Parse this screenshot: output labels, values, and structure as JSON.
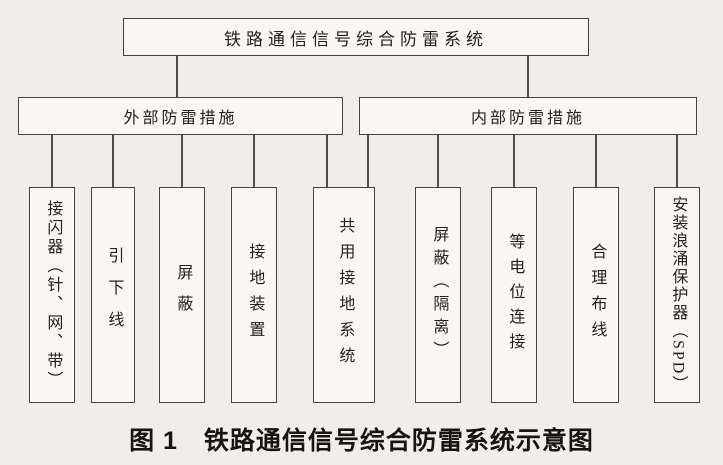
{
  "diagram": {
    "root": {
      "label": "铁路通信信号综合防雷系统"
    },
    "branches": [
      {
        "label": "外部防雷措施",
        "children_indexes": [
          0,
          1,
          2,
          3,
          4
        ]
      },
      {
        "label": "内部防雷措施",
        "children_indexes": [
          4,
          5,
          6,
          7,
          8
        ]
      }
    ],
    "leaves": [
      {
        "label": "接闪器（针、网、带）"
      },
      {
        "label": "引下线"
      },
      {
        "label": "屏蔽"
      },
      {
        "label": "接地装置"
      },
      {
        "label": "共用接地系统"
      },
      {
        "label": "屏蔽（隔离）"
      },
      {
        "label": "等电位连接"
      },
      {
        "label": "合理布线"
      },
      {
        "label": "安装浪涌保护器（SPD）"
      }
    ],
    "caption": "图 1　铁路通信信号综合防雷系统示意图"
  },
  "colors": {
    "paper": "#f0eeea",
    "box_fill": "#f8f7f3",
    "border": "#45443e",
    "line": "#504e47",
    "text": "#23221e"
  }
}
